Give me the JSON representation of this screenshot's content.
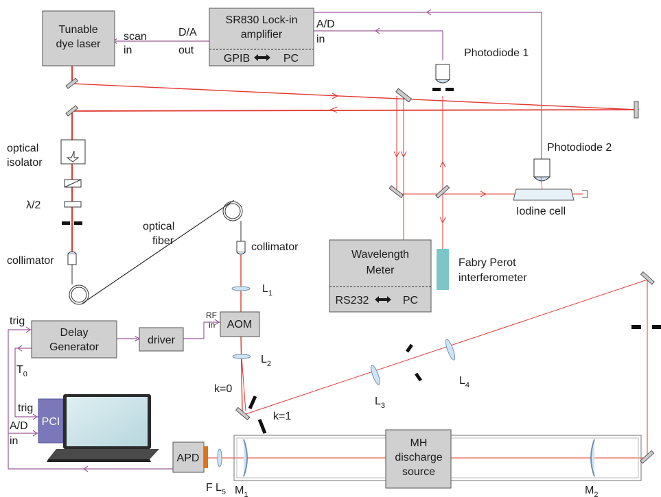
{
  "colors": {
    "laser": "#e23a32",
    "signal": "#9a5a9a",
    "box_fill": "#d0d0d0",
    "box_stroke": "#555555",
    "pci_fill": "#7a78b8",
    "fabry_perot_fill": "#7cc6c9",
    "filter_fill": "#d9741f",
    "optic_fill": "#cfe3f2",
    "mirror_fill": "#cccccc"
  },
  "boxes": {
    "dye_laser": {
      "line1": "Tunable",
      "line2": "dye laser"
    },
    "lockin": {
      "line1": "SR830 Lock-in",
      "line2": "amplifier",
      "bottom_left": "GPIB",
      "bottom_right": "PC"
    },
    "wavemeter": {
      "line1": "Wavelength",
      "line2": "Meter",
      "bottom_left": "RS232",
      "bottom_right": "PC"
    },
    "delay_gen": {
      "line1": "Delay",
      "line2": "Generator"
    },
    "driver": {
      "label": "driver"
    },
    "aom": {
      "label": "AOM"
    },
    "pci": {
      "label": "PCI"
    },
    "apd": {
      "label": "APD"
    },
    "mh": {
      "line1": "MH",
      "line2": "discharge",
      "line3": "source"
    }
  },
  "labels": {
    "scan": "scan",
    "in1": "in",
    "da": "D/A",
    "out": "out",
    "ad_lockin": "A/D",
    "in_lockin": "in",
    "photodiode1": "Photodiode 1",
    "photodiode2": "Photodiode 2",
    "iodine_cell": "Iodine cell",
    "optical_isolator_1": "optical",
    "optical_isolator_2": "isolator",
    "lambda_half": "λ/2",
    "collimator_left": "collimator",
    "optical_fiber_1": "optical",
    "optical_fiber_2": "fiber",
    "collimator_right": "collimator",
    "fabry_perot_1": "Fabry Perot",
    "fabry_perot_2": "interferometer",
    "L1": "L",
    "L1_sub": "1",
    "L2": "L",
    "L2_sub": "2",
    "L3": "L",
    "L3_sub": "3",
    "L4": "L",
    "L4_sub": "4",
    "L5": "L",
    "L5_sub": "5",
    "F": "F",
    "M1": "M",
    "M1_sub": "1",
    "M2": "M",
    "M2_sub": "2",
    "trig_top": "trig",
    "T0": "T",
    "T0_sub": "0",
    "trig_bottom": "trig",
    "ad_bottom": "A/D",
    "in_bottom": "in",
    "rf": "RF",
    "rf_in": "in",
    "k0": "k=0",
    "k1": "k=1"
  },
  "icons": {
    "bidirectional_arrow": "double-arrow-icon",
    "laptop": "laptop-icon"
  }
}
